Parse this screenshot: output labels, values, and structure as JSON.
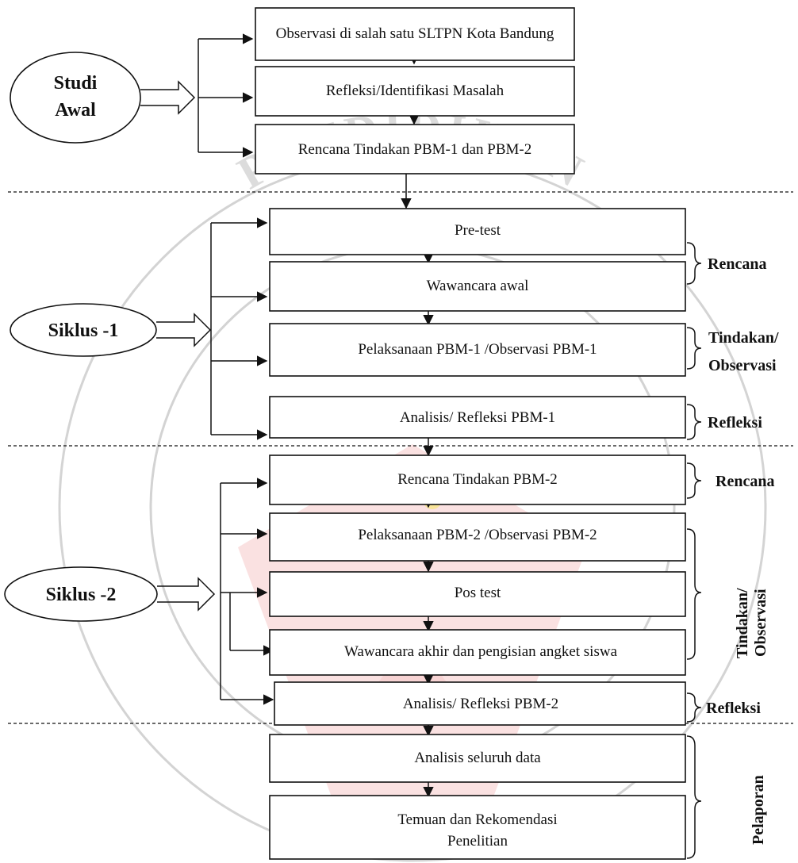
{
  "stages": [
    {
      "label_lines": [
        "Studi",
        "Awal"
      ]
    },
    {
      "label_lines": [
        "Siklus -1"
      ]
    },
    {
      "label_lines": [
        "Siklus -2"
      ]
    }
  ],
  "steps": [
    {
      "lines": [
        "Observasi di salah satu SLTPN Kota Bandung"
      ]
    },
    {
      "lines": [
        "Refleksi/Identifikasi Masalah"
      ]
    },
    {
      "lines": [
        "Rencana Tindakan PBM-1 dan PBM-2"
      ]
    },
    {
      "lines": [
        "Pre-test"
      ]
    },
    {
      "lines": [
        "Wawancara awal"
      ]
    },
    {
      "lines": [
        "Pelaksanaan PBM-1  /Observasi PBM-1"
      ]
    },
    {
      "lines": [
        "Analisis/ Refleksi PBM-1"
      ]
    },
    {
      "lines": [
        "Rencana Tindakan PBM-2"
      ]
    },
    {
      "lines": [
        "Pelaksanaan PBM-2  /Observasi PBM-2"
      ]
    },
    {
      "lines": [
        "Pos test"
      ]
    },
    {
      "lines": [
        "Wawancara akhir dan pengisian angket siswa"
      ]
    },
    {
      "lines": [
        "Analisis/ Refleksi PBM-2"
      ]
    },
    {
      "lines": [
        "Analisis seluruh data"
      ]
    },
    {
      "lines": [
        "Temuan dan Rekomendasi",
        "Penelitian"
      ]
    }
  ],
  "phases": [
    {
      "lines": [
        "Rencana"
      ]
    },
    {
      "lines": [
        "Tindakan/",
        "Observasi"
      ]
    },
    {
      "lines": [
        "Refleksi"
      ]
    },
    {
      "lines": [
        "Rencana"
      ]
    },
    {
      "lines": [
        "Tindakan/",
        "Observasi"
      ]
    },
    {
      "lines": [
        "Refleksi"
      ]
    },
    {
      "lines": [
        "Pelaporan"
      ]
    }
  ],
  "watermark": {
    "text": "UNIVERSITAS PENDIDIKAN INDONESIA",
    "colors": {
      "outer": "#cfcfcf",
      "red": "#f2b8b8",
      "yellow": "#f7e27a"
    }
  }
}
